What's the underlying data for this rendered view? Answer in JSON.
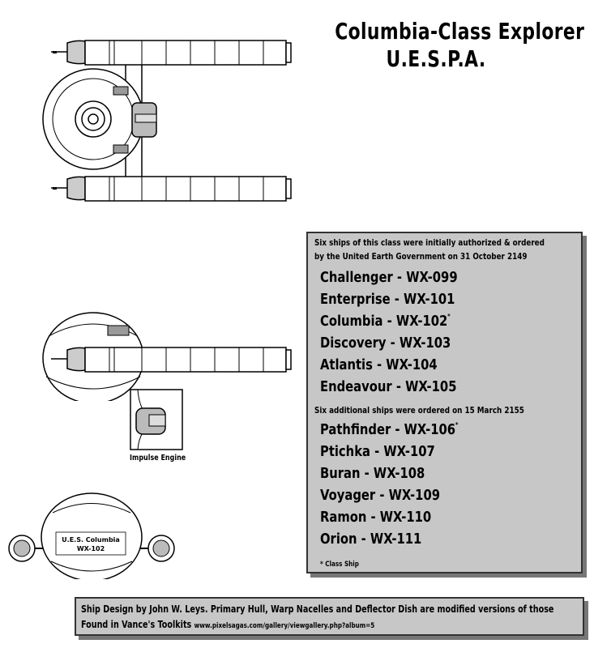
{
  "title": {
    "line1": "Columbia-Class Explorer",
    "line2": "U.E.S.P.A."
  },
  "panel": {
    "intro_line1": "Six ships of this class were initially authorized & ordered",
    "intro_line2": "by the United Earth Government on 31 October 2149",
    "ships_initial": [
      {
        "name": "Challenger - WX-099",
        "mark": ""
      },
      {
        "name": "Enterprise - WX-101",
        "mark": ""
      },
      {
        "name": "Columbia - WX-102",
        "mark": "*"
      },
      {
        "name": "Discovery - WX-103",
        "mark": ""
      },
      {
        "name": "Atlantis - WX-104",
        "mark": ""
      },
      {
        "name": "Endeavour - WX-105",
        "mark": ""
      }
    ],
    "additional_line": "Six additional ships were ordered on 15 March 2155",
    "ships_additional": [
      {
        "name": "Pathfinder - WX-106",
        "mark": "*"
      },
      {
        "name": "Ptichka  - WX-107",
        "mark": ""
      },
      {
        "name": "Buran - WX-108",
        "mark": ""
      },
      {
        "name": "Voyager - WX-109",
        "mark": ""
      },
      {
        "name": "Ramon - WX-110",
        "mark": ""
      },
      {
        "name": "Orion - WX-111",
        "mark": ""
      }
    ],
    "footnote": "* Class Ship"
  },
  "caption": "Impulse Engine",
  "hull_label": {
    "line1": "U.E.S. Columbia",
    "line2": "WX-102"
  },
  "credit": {
    "line1": "Ship Design by John W. Leys. Primary Hull, Warp Nacelles and Deflector Dish  are modified versions of those",
    "line2": "Found in Vance's Toolkits",
    "url": "www.pixelsagas.com/gallery/viewgallery.php?album=5"
  }
}
